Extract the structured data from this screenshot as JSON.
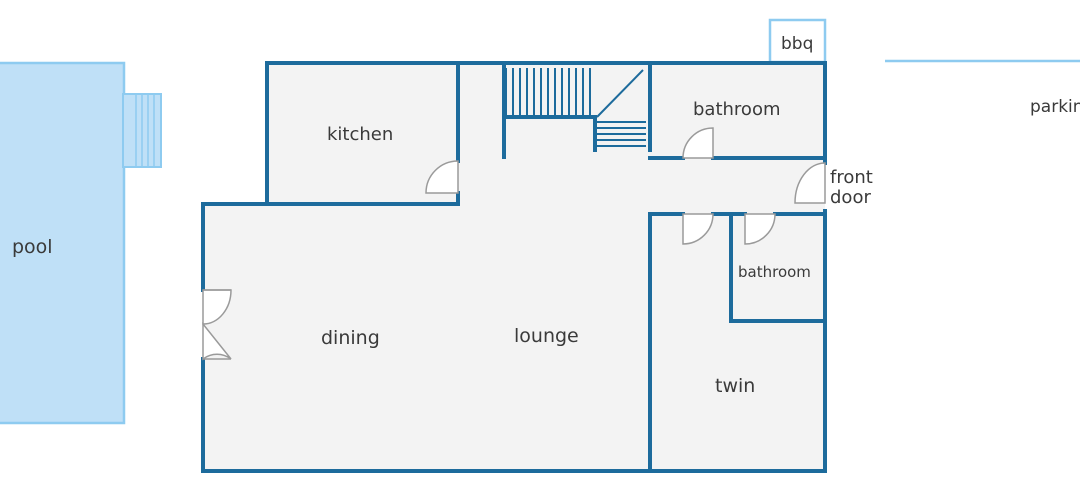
{
  "floorplan": {
    "labels": {
      "pool": "pool",
      "kitchen": "kitchen",
      "bathroom_upper": "bathroom",
      "bathroom_lower": "bathroom",
      "front_door_line1": "front",
      "front_door_line2": "door",
      "bbq": "bbq",
      "parking": "parking",
      "dining": "dining",
      "lounge": "lounge",
      "twin": "twin"
    },
    "colors": {
      "wall": "#1d6b9c",
      "interior": "#f3f3f3",
      "pool_fill": "#bfe0f7",
      "pool_outline": "#8ecbf0",
      "outdoor_line": "#8ecbf0",
      "door_arc": "#9a9a9a",
      "stair_line": "#1d6b9c",
      "text": "#3a3a3a"
    }
  }
}
